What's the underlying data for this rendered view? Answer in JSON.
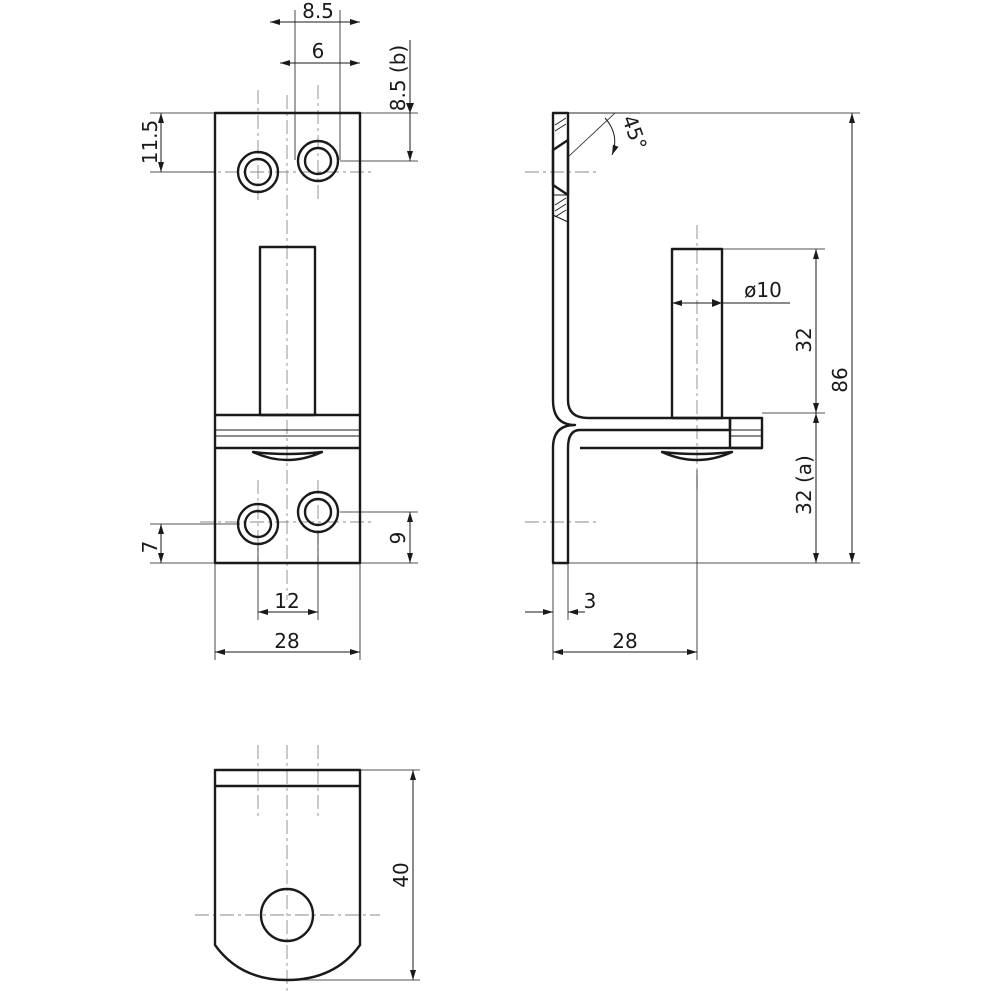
{
  "dimensions": {
    "top_width_8_5": "8.5",
    "hole_spacing_6": "6",
    "top_edge_8_5b": "8.5 (b)",
    "top_offset_11_5": "11.5",
    "bottom_offset_7": "7",
    "bottom_offset_9": "9",
    "hole_spacing_12": "12",
    "width_28_front": "28",
    "angle_45": "45°",
    "pin_diameter": "ø10",
    "pin_length_32": "32",
    "lower_32a": "32 (a)",
    "total_height_86": "86",
    "thickness_3": "3",
    "width_28_side": "28",
    "bottom_height_40": "40"
  }
}
